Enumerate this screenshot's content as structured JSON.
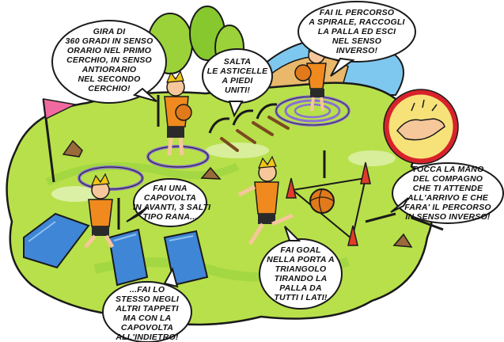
{
  "colors": {
    "grass": "#b8e04a",
    "grass_dark": "#6fb52c",
    "sky_hill": "#7ec8ef",
    "mat": "#3f86d6",
    "shirt": "#f08a1e",
    "shorts": "#2a2a2a",
    "hair": "#f2c417",
    "skin": "#f6c79a",
    "ball": "#e07a1a",
    "cone": "#e23b2a",
    "hoop": "#8a6fd6",
    "badge_ring": "#d8232a",
    "badge_fill": "#f7e27a",
    "flag": "#f06aa0"
  },
  "bubbles": [
    {
      "id": "spin-hoops",
      "lines": [
        "GIRA DI",
        "360 GRADI IN SENSO",
        "ORARIO NEL PRIMO",
        "CERCHIO, IN SENSO",
        "ANTIORARIO",
        "NEL SECONDO",
        "CERCHIO!"
      ]
    },
    {
      "id": "jump-sticks",
      "lines": [
        "SALTA",
        "LE ASTICELLE",
        "A PIEDI",
        "UNITI!"
      ]
    },
    {
      "id": "spiral-path",
      "lines": [
        "FAI IL PERCORSO",
        "A SPIRALE, RACCOGLI",
        "LA PALLA ED ESCI",
        "NEL SENSO",
        "INVERSO!"
      ]
    },
    {
      "id": "forward-roll",
      "lines": [
        "FAI UNA",
        "CAPOVOLTA",
        "IN AVANTI, 3 SALTI",
        "TIPO RANA..."
      ]
    },
    {
      "id": "touch-hand",
      "lines": [
        "TOCCA LA MANO",
        "DEL COMPAGNO",
        "CHE TI ATTENDE",
        "ALL'ARRIVO E CHE",
        "FARA' IL PERCORSO",
        "IN SENSO INVERSO!"
      ]
    },
    {
      "id": "triangle-goal",
      "lines": [
        "FAI GOAL",
        "NELLA PORTA A",
        "TRIANGOLO",
        "TIRANDO LA",
        "PALLA DA",
        "TUTTI I LATI!"
      ]
    },
    {
      "id": "backward-roll",
      "lines": [
        "...FAI LO",
        "STESSO NEGLI",
        "ALTRI TAPPETI",
        "MA CON LA",
        "CAPOVOLTA",
        "ALL'INDIETRO!"
      ]
    }
  ]
}
